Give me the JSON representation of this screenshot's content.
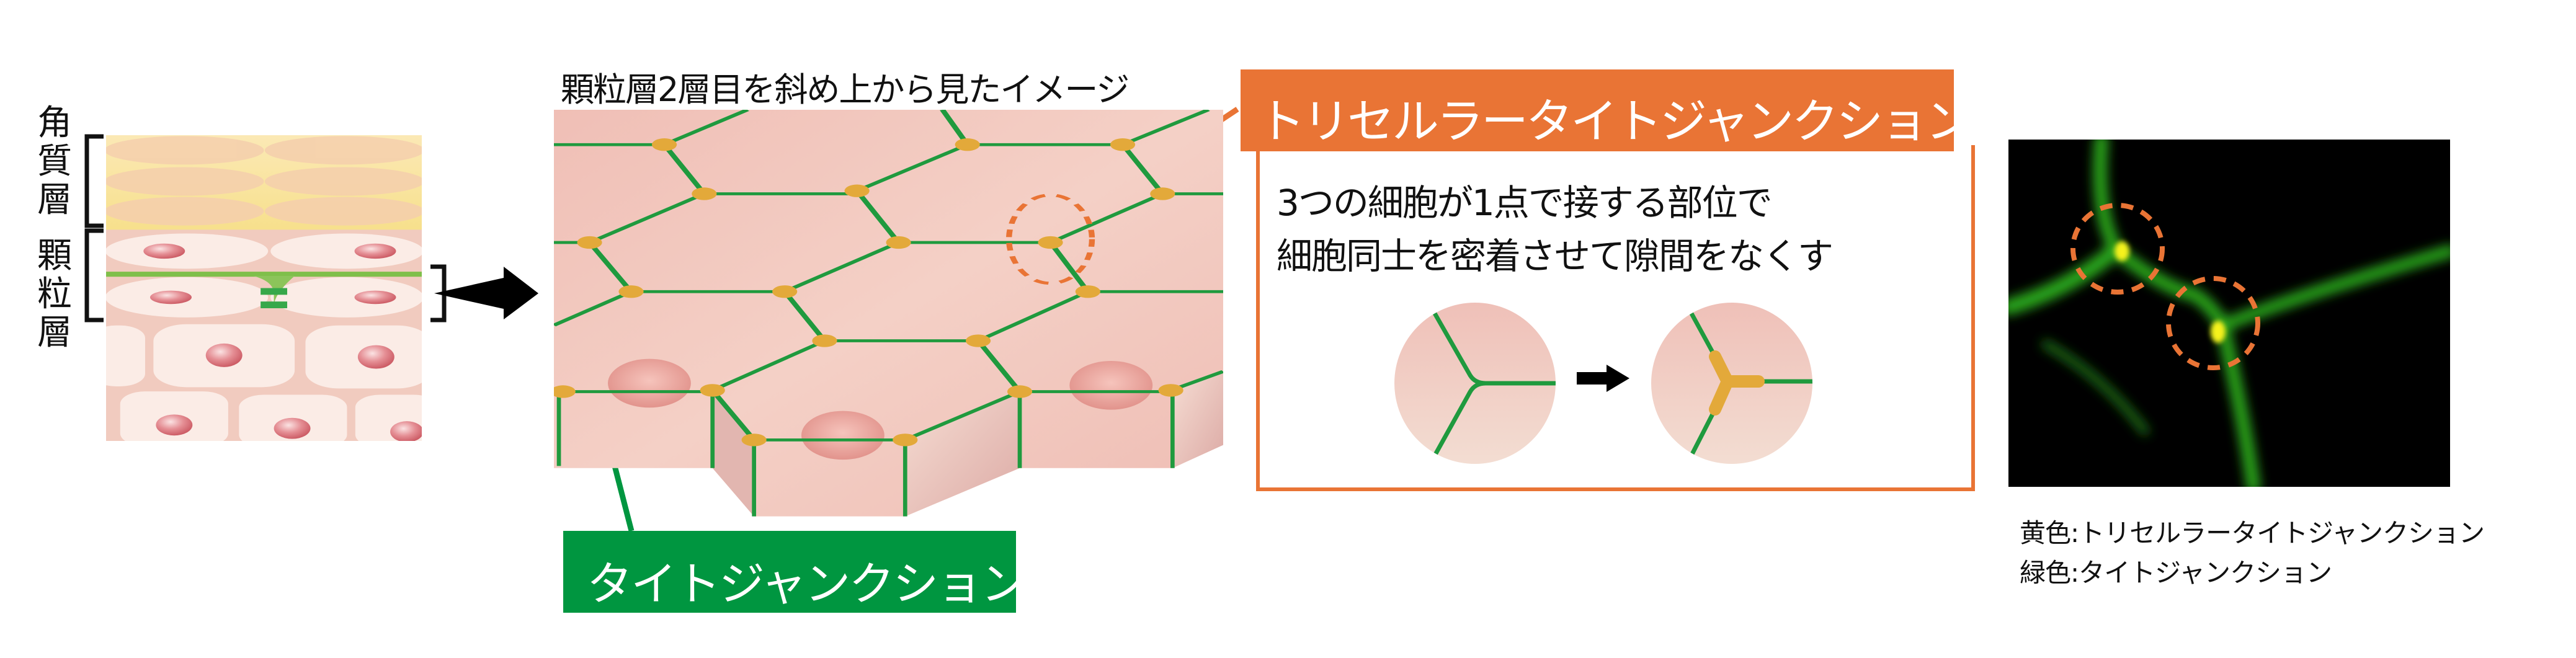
{
  "left_labels": {
    "stratum_corneum": "角質層",
    "stratum_granulosum": "顆粒層"
  },
  "middle": {
    "title": "顆粒層2層目を斜め上から見たイメージ",
    "tight_junction_label": "タイトジャンクション"
  },
  "right": {
    "tricellular_label": "トリセルラータイトジャンクション",
    "description_line1": "3つの細胞が1点で接する部位で",
    "description_line2": "細胞同士を密着させて隙間をなくす"
  },
  "micrograph": {
    "caption_yellow": "黄色:トリセルラータイトジャンクション",
    "caption_green": "緑色:タイトジャンクション"
  },
  "colors": {
    "orange": "#e97435",
    "green": "#009640",
    "junction_gold": "#e3a93a",
    "line_green": "#1f9a3e",
    "cell_pink": "#f2c4bc"
  }
}
